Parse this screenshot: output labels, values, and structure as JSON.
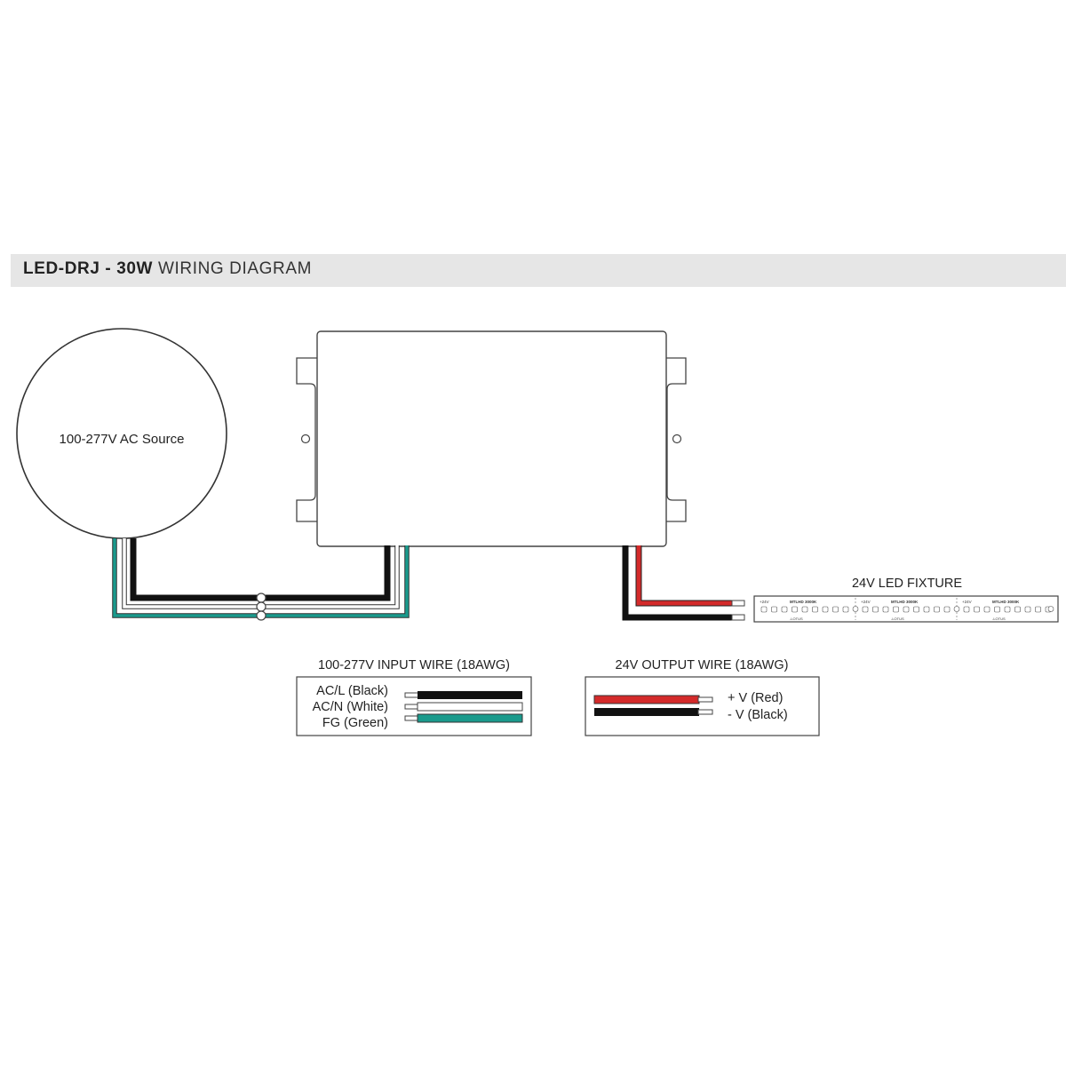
{
  "header": {
    "title_bold": "LED-DRJ - 30W",
    "title_rest": "WIRING DIAGRAM"
  },
  "source": {
    "label": "100-277V AC Source"
  },
  "fixture": {
    "label": "24V LED FIXTURE",
    "strip_marks": [
      "+24V",
      "MTLHD 3000K",
      "-LOTUS"
    ]
  },
  "input_legend": {
    "title": "100-277V INPUT WIRE (18AWG)",
    "wires": [
      {
        "label": "AC/L (Black)",
        "color": "#111111"
      },
      {
        "label": "AC/N (White)",
        "color": "#ffffff"
      },
      {
        "label": "FG (Green)",
        "color": "#1a9a8c"
      }
    ]
  },
  "output_legend": {
    "title": "24V OUTPUT WIRE (18AWG)",
    "wires": [
      {
        "label": "+ V (Red)",
        "color": "#d42a2a"
      },
      {
        "label": "- V (Black)",
        "color": "#111111"
      }
    ]
  },
  "colors": {
    "header_bg": "#e6e6e6",
    "wire_black": "#111111",
    "wire_green": "#1a9a8c",
    "wire_red": "#d42a2a",
    "outline": "#444444"
  }
}
